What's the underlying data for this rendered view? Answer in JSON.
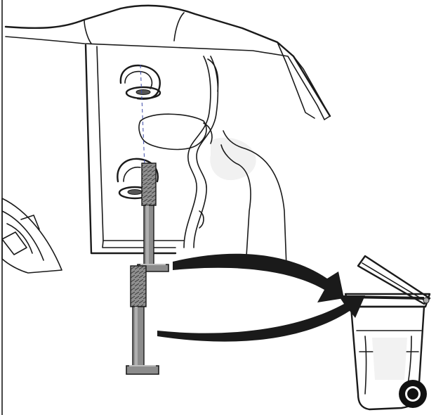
{
  "illustration": {
    "subject": "discard-old-bolts",
    "colors": {
      "line": "#1a1a1a",
      "bolt_fill": "#8c8c8c",
      "bolt_dark": "#5a5a5a",
      "arrow": "#1a1a1a",
      "can_fill": "#ffffff",
      "shade": "#e6e6e6",
      "tire_fill": "#9a9a9a",
      "wheel": "#111111"
    },
    "icons": [
      "frame-outline",
      "mount-bracket",
      "bolt",
      "removal-arrow",
      "trash-can-icon",
      "tire"
    ]
  }
}
